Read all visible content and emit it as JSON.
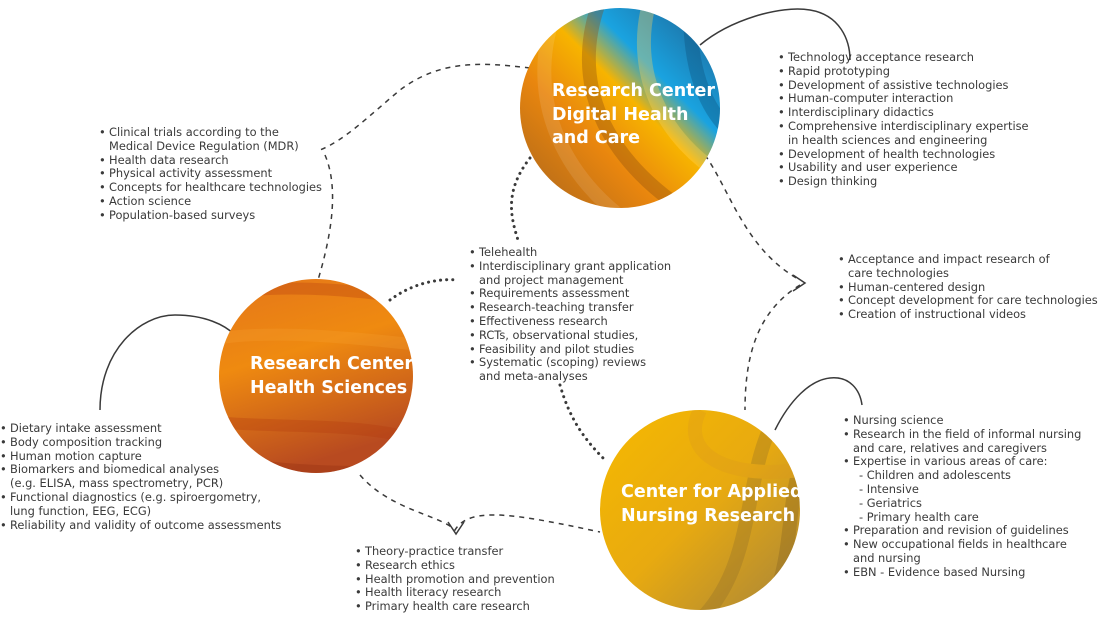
{
  "colors": {
    "line": "#3a3a3a",
    "digital_a": "#1e6fa0",
    "digital_b": "#1aa3e0",
    "health_a": "#c44a1c",
    "health_b": "#f08a10",
    "nursing_a": "#c9a23a",
    "nursing_b": "#f5b800"
  },
  "centers": {
    "digital": {
      "title_lines": [
        "Research Center",
        "Digital Health",
        "and Care"
      ]
    },
    "health": {
      "title_lines": [
        "Research Center",
        "Health Sciences"
      ]
    },
    "nursing": {
      "title_lines": [
        "Center for Applied",
        "Nursing Research"
      ]
    }
  },
  "lists": {
    "digital": [
      {
        "text": "Technology acceptance research",
        "bullet": true
      },
      {
        "text": "Rapid prototyping",
        "bullet": true
      },
      {
        "text": "Development of assistive technologies",
        "bullet": true
      },
      {
        "text": "Human-computer interaction",
        "bullet": true
      },
      {
        "text": "Interdisciplinary didactics",
        "bullet": true
      },
      {
        "text": "Comprehensive interdisciplinary expertise",
        "bullet": true
      },
      {
        "text": "in health sciences and engineering",
        "bullet": false
      },
      {
        "text": "Development of health technologies",
        "bullet": true
      },
      {
        "text": "Usability and user experience",
        "bullet": true
      },
      {
        "text": "Design thinking",
        "bullet": true
      }
    ],
    "clinical": [
      {
        "text": "Clinical trials according to the",
        "bullet": true
      },
      {
        "text": "Medical Device Regulation (MDR)",
        "bullet": false
      },
      {
        "text": "Health data research",
        "bullet": true
      },
      {
        "text": "Physical activity assessment",
        "bullet": true
      },
      {
        "text": "Concepts for healthcare technologies",
        "bullet": true
      },
      {
        "text": "Action science",
        "bullet": true
      },
      {
        "text": "Population-based surveys",
        "bullet": true
      }
    ],
    "center": [
      {
        "text": "Telehealth",
        "bullet": true
      },
      {
        "text": "Interdisciplinary grant application",
        "bullet": true
      },
      {
        "text": "and project management",
        "bullet": false
      },
      {
        "text": "Requirements assessment",
        "bullet": true
      },
      {
        "text": "Research-teaching transfer",
        "bullet": true
      },
      {
        "text": "Effectiveness research",
        "bullet": true
      },
      {
        "text": "RCTs, observational studies,",
        "bullet": true
      },
      {
        "text": "Feasibility and pilot studies",
        "bullet": true
      },
      {
        "text": "Systematic (scoping) reviews",
        "bullet": true
      },
      {
        "text": "and meta-analyses",
        "bullet": false
      }
    ],
    "care_tech": [
      {
        "text": "Acceptance and impact research of",
        "bullet": true
      },
      {
        "text": "care technologies",
        "bullet": false
      },
      {
        "text": "Human-centered design",
        "bullet": true
      },
      {
        "text": "Concept development for care technologies",
        "bullet": true
      },
      {
        "text": "Creation of instructional videos",
        "bullet": true
      }
    ],
    "health": [
      {
        "text": "Dietary intake assessment",
        "bullet": true
      },
      {
        "text": "Body composition tracking",
        "bullet": true
      },
      {
        "text": "Human motion capture",
        "bullet": true
      },
      {
        "text": "Biomarkers and biomedical analyses",
        "bullet": true
      },
      {
        "text": "(e.g. ELISA, mass spectrometry, PCR)",
        "bullet": false
      },
      {
        "text": "Functional diagnostics (e.g. spiroergometry,",
        "bullet": true
      },
      {
        "text": "lung function, EEG, ECG)",
        "bullet": false
      },
      {
        "text": "Reliability and validity of outcome assessments",
        "bullet": true
      }
    ],
    "transfer": [
      {
        "text": "Theory-practice transfer",
        "bullet": true
      },
      {
        "text": "Research ethics",
        "bullet": true
      },
      {
        "text": "Health promotion and prevention",
        "bullet": true
      },
      {
        "text": "Health literacy research",
        "bullet": true
      },
      {
        "text": "Primary health care research",
        "bullet": true
      }
    ],
    "nursing": [
      {
        "text": "Nursing science",
        "bullet": true
      },
      {
        "text": "Research in the field of informal nursing",
        "bullet": true
      },
      {
        "text": "and care, relatives and caregivers",
        "bullet": false
      },
      {
        "text": "Expertise in various areas of care:",
        "bullet": true
      },
      {
        "text": "- Children and adolescents",
        "bullet": false,
        "sub": true
      },
      {
        "text": "- Intensive",
        "bullet": false,
        "sub": true
      },
      {
        "text": "- Geriatrics",
        "bullet": false,
        "sub": true
      },
      {
        "text": "- Primary health care",
        "bullet": false,
        "sub": true
      },
      {
        "text": "Preparation and revision of guidelines",
        "bullet": true
      },
      {
        "text": "New occupational fields in healthcare",
        "bullet": true
      },
      {
        "text": "and nursing",
        "bullet": false
      },
      {
        "text": "EBN - Evidence based Nursing",
        "bullet": true
      }
    ]
  }
}
